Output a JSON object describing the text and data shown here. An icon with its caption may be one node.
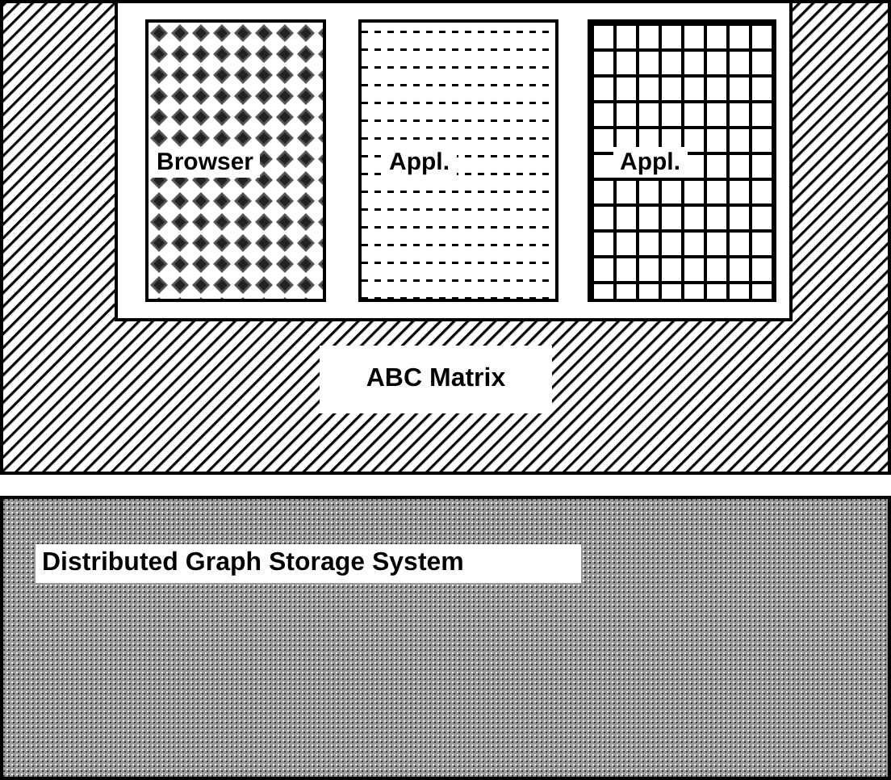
{
  "diagram": {
    "nodes": [
      {
        "text": [
          "ABC Matrix"
        ]
      },
      {
        "text": [
          "Browser"
        ],
        "in": 0
      },
      {
        "text": [
          "Appl."
        ],
        "in": 0
      },
      {
        "text": [
          "Appl."
        ],
        "in": 0
      },
      {
        "text": [
          "Distributed Graph Storage System"
        ]
      }
    ]
  }
}
